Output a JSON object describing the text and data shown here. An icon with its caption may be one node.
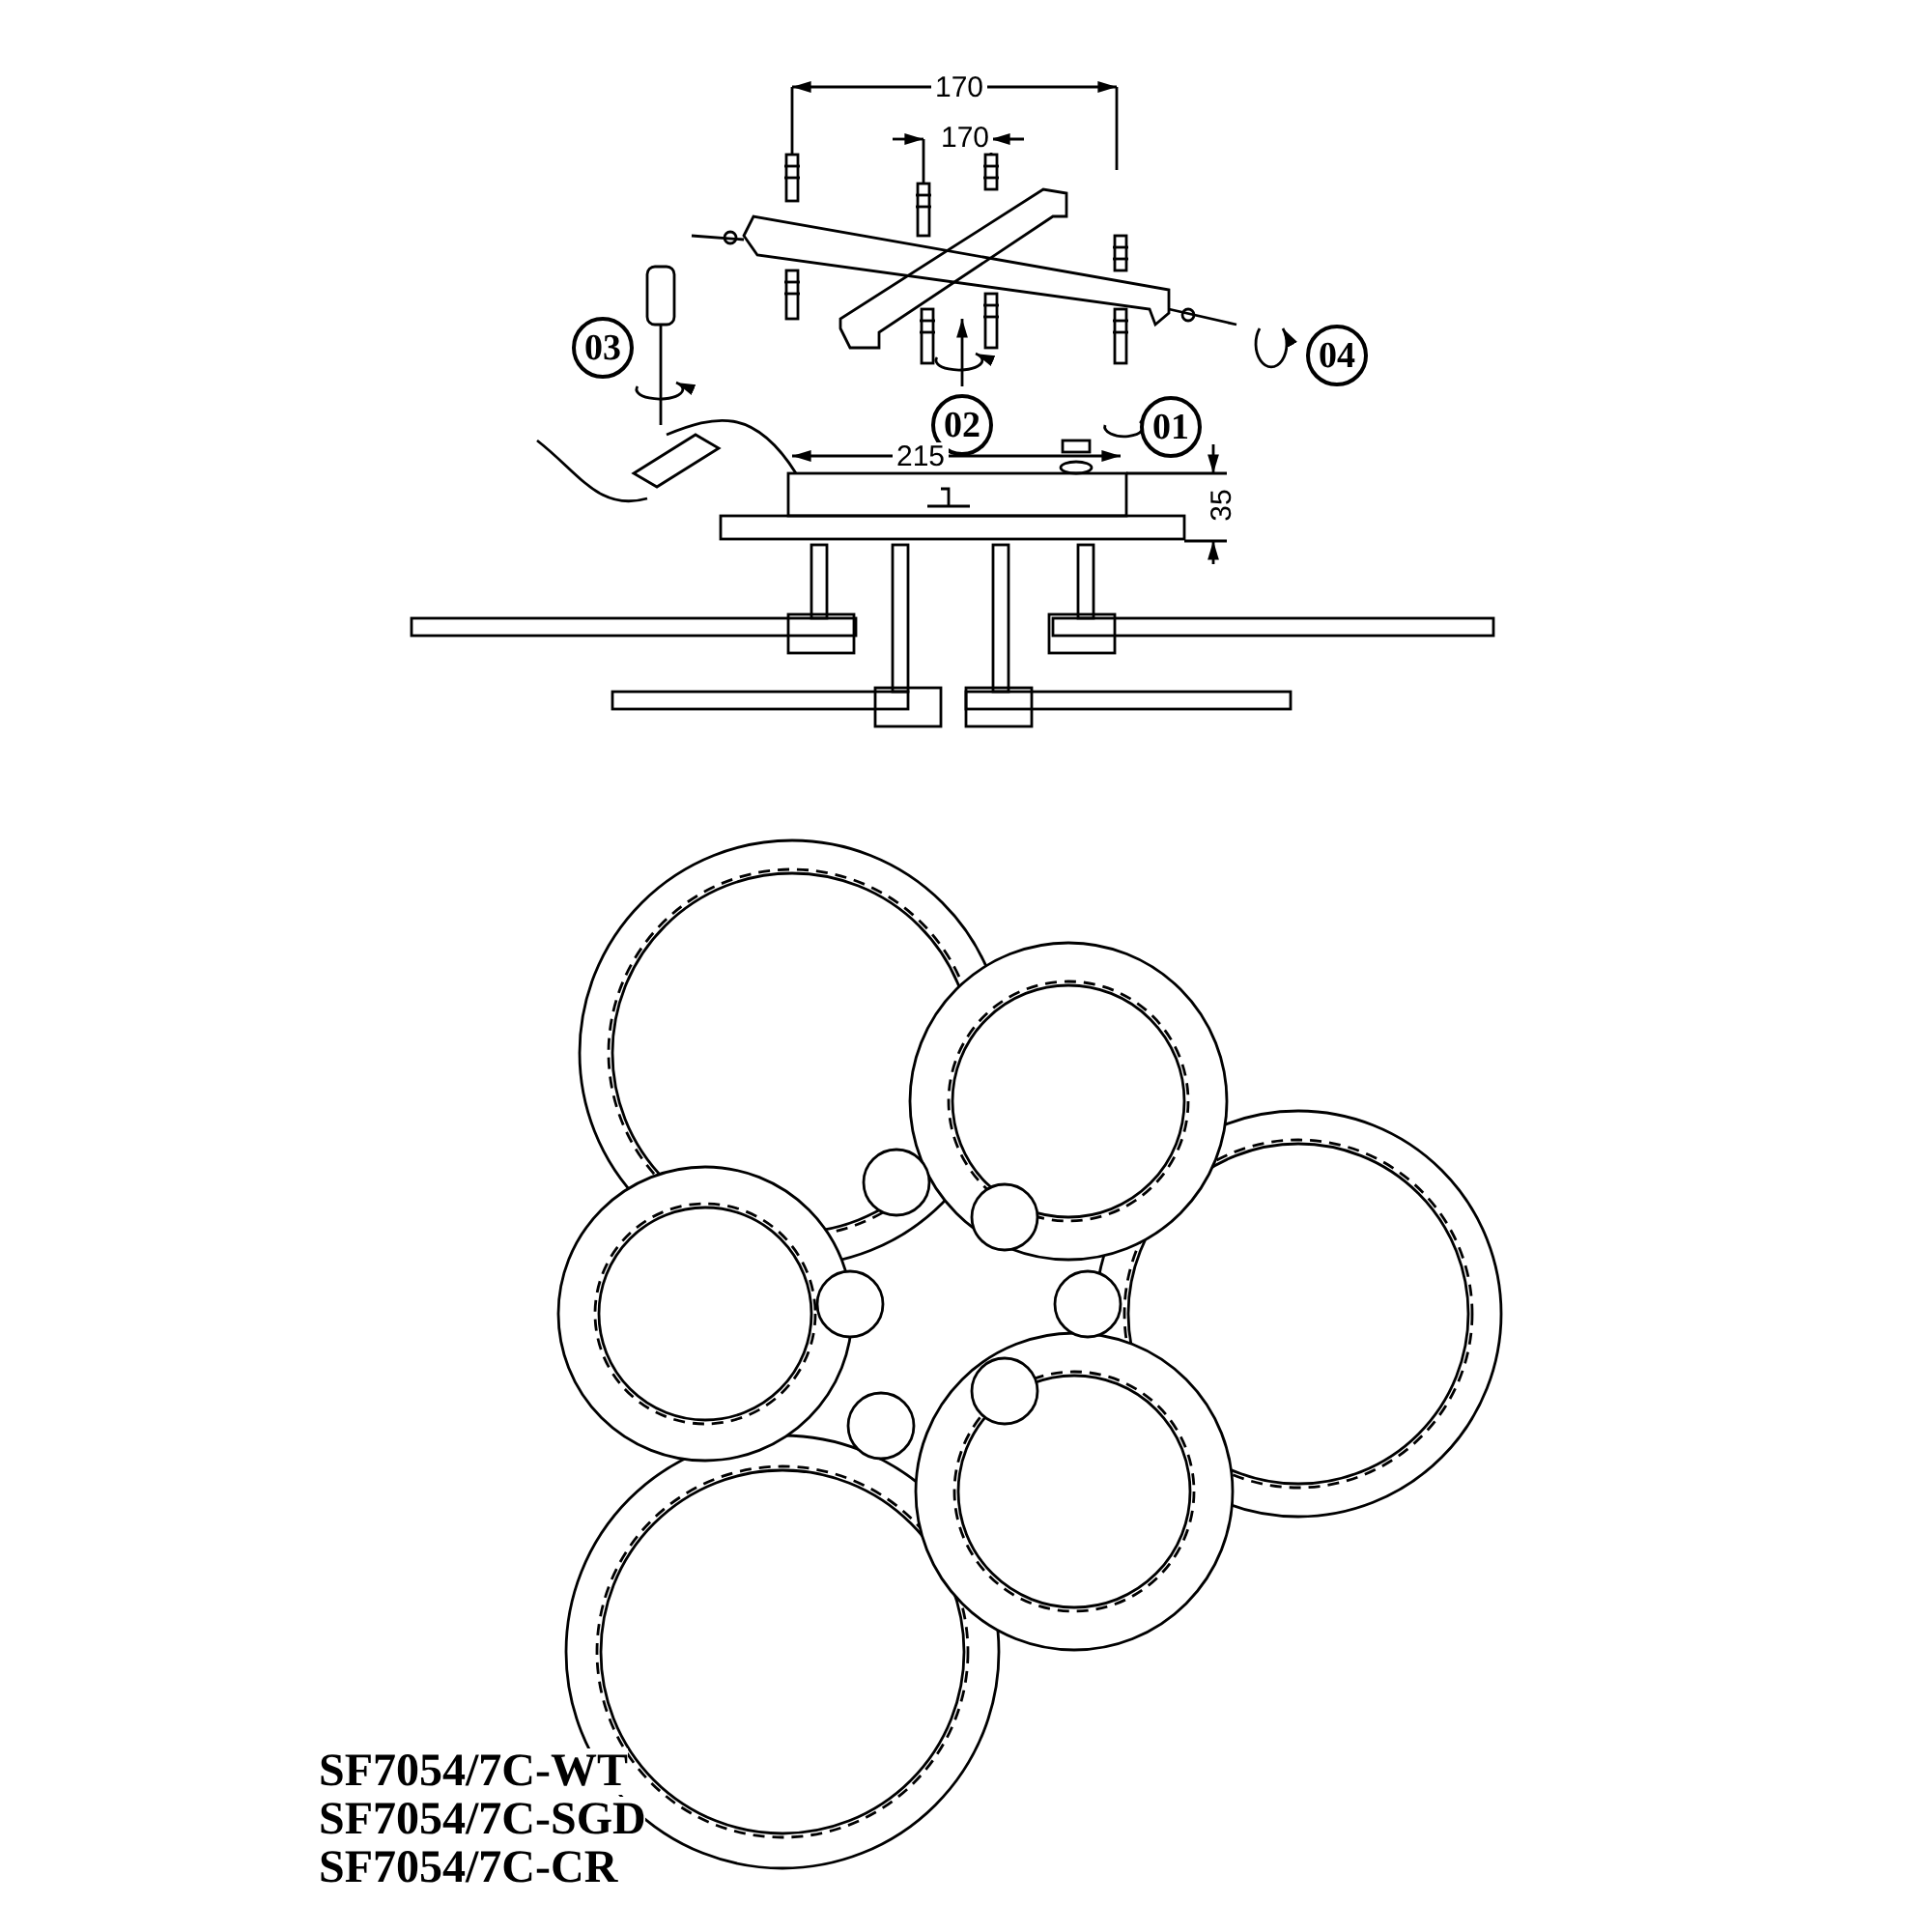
{
  "diagram": {
    "labels": [
      "170",
      "170",
      "03",
      "04",
      "02",
      "01",
      "215",
      "35",
      "SF7054/7C-WT",
      "SF7054/7C-SGD",
      "SF7054/7C-CR"
    ]
  }
}
